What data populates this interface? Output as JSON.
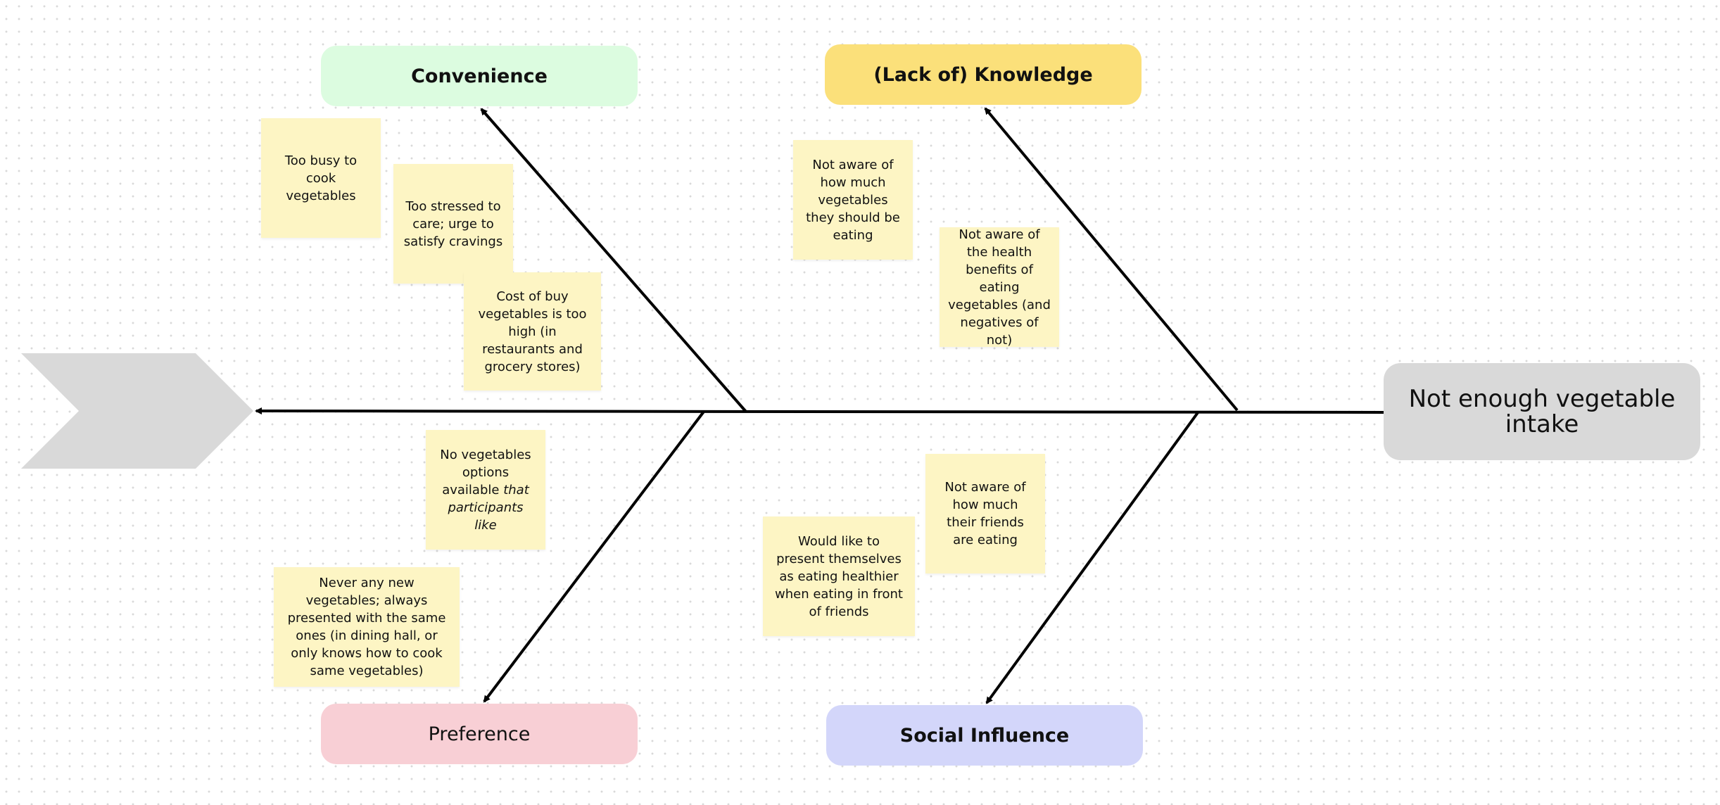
{
  "effect": "Not enough vegetable intake",
  "categories": {
    "convenience": {
      "label": "Convenience",
      "color": "#dcfce0"
    },
    "knowledge": {
      "label": "(Lack of) Knowledge",
      "color": "#fbe07a"
    },
    "preference": {
      "label": "Preference",
      "color": "#f8cfd5"
    },
    "social": {
      "label": "Social Influence",
      "color": "#d3d6fa"
    }
  },
  "notes": {
    "too_busy": "Too busy to cook vegetables",
    "too_stressed": "Too stressed to care; urge to satisfy cravings",
    "cost": "Cost of buy vegetables is too high (in restaurants and grocery stores)",
    "not_aware_amount": "Not aware of how much vegetables they should be eating",
    "not_aware_benefits": "Not aware of the health benefits of eating vegetables (and negatives of not)",
    "no_options_plain": "No vegetables options available",
    "no_options_italic": "that participants like",
    "never_new": "Never any new vegetables; always presented with the same ones (in dining hall, or only knows how to cook same vegetables)",
    "friends_eating": "Not aware of how much their friends are eating",
    "present_healthier": "Would like to present themselves as eating healthier when eating in front of friends"
  },
  "colors": {
    "note": "#fdf5c4",
    "head": "#d9d9d9",
    "tail": "#d9d9d9",
    "lines": "#000000"
  }
}
